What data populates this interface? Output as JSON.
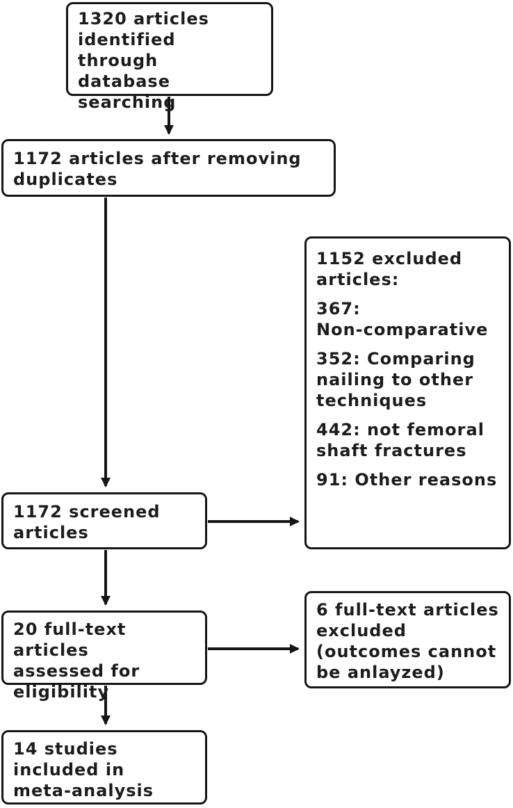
{
  "style": {
    "ink": "#151515",
    "background": "#ffffff"
  },
  "diagram": {
    "boxes": {
      "identified": {
        "lines": [
          "1320 articles",
          "identified through",
          "database",
          "searching"
        ]
      },
      "dedup": {
        "lines": [
          "1172 articles after removing",
          "duplicates"
        ]
      },
      "excluded_screening": {
        "paragraphs": [
          [
            "1152 excluded",
            "articles:"
          ],
          [
            "367:",
            "Non-comparative"
          ],
          [
            "352: Comparing",
            "nailing to other",
            "techniques"
          ],
          [
            "442: not femoral",
            "shaft fractures"
          ],
          [
            "91: Other reasons"
          ]
        ]
      },
      "screened": {
        "lines": [
          "1172 screened",
          "articles"
        ]
      },
      "fulltext": {
        "lines": [
          "20 full-text articles",
          "assessed for",
          "eligibility"
        ]
      },
      "excluded_fulltext": {
        "lines": [
          "6 full-text articles",
          "excluded",
          "(outcomes cannot",
          "be anlayzed)"
        ]
      },
      "included": {
        "lines": [
          "14 studies",
          "included in",
          "meta-analysis"
        ]
      }
    }
  }
}
